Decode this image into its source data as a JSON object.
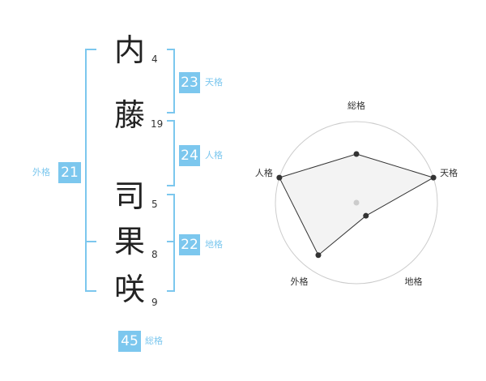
{
  "name": {
    "chars": [
      {
        "char": "内",
        "strokes": "4"
      },
      {
        "char": "藤",
        "strokes": "19"
      },
      {
        "char": "司",
        "strokes": "5"
      },
      {
        "char": "果",
        "strokes": "8"
      },
      {
        "char": "咲",
        "strokes": "9"
      }
    ]
  },
  "fortunes": {
    "tenkaku": {
      "value": "23",
      "label": "天格"
    },
    "jinkaku": {
      "value": "24",
      "label": "人格"
    },
    "chikaku": {
      "value": "22",
      "label": "地格"
    },
    "gaikaku": {
      "value": "21",
      "label": "外格"
    },
    "soukaku": {
      "value": "45",
      "label": "総格"
    }
  },
  "chart_data": {
    "type": "radar",
    "axes": [
      "総格",
      "天格",
      "地格",
      "外格",
      "人格"
    ],
    "values": [
      3,
      5,
      1,
      4,
      5
    ],
    "range": [
      0,
      5
    ],
    "rings": 5,
    "colors": {
      "fill": "#f2f2f2",
      "line": "#333333",
      "ring": "#cccccc",
      "point": "#333333"
    }
  },
  "colors": {
    "accent": "#7cc7ee"
  }
}
